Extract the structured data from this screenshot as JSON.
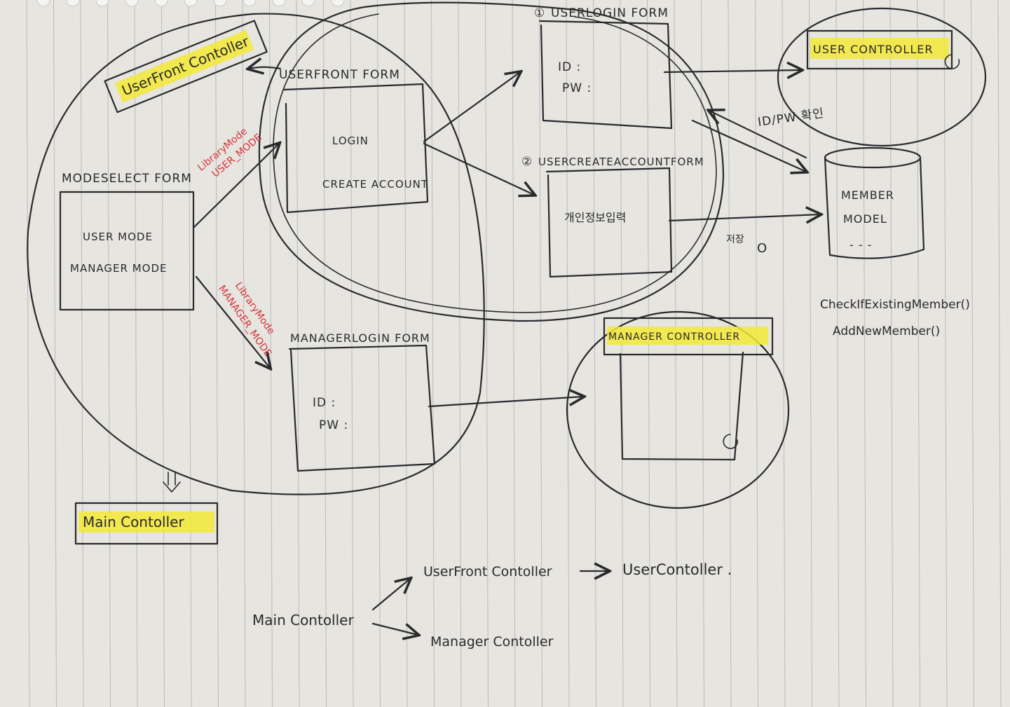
{
  "diagram": {
    "ink_color": "#2a2a2e",
    "highlight_color": "#f3e936",
    "annotation_color": "#d8333c",
    "controllers": {
      "user_front": "UserFront Contoller",
      "user": "USER CONTROLLER",
      "manager": "MANAGER CONTROLLER",
      "main": "Main Contoller"
    },
    "forms": {
      "mode_select": {
        "title": "MODESELECT FORM",
        "items": [
          "USER MODE",
          "MANAGER MODE"
        ]
      },
      "user_front": {
        "title": "USERFRONT FORM",
        "items": [
          "LOGIN",
          "CREATE ACCOUNT"
        ]
      },
      "user_login": {
        "number": "①",
        "title": "USERLOGIN FORM",
        "items": [
          "ID :",
          "PW :"
        ]
      },
      "user_create_account": {
        "number": "②",
        "title": "USERCREATEACCOUNTFORM",
        "items": [
          "개인정보입력"
        ]
      },
      "manager_login": {
        "title": "MANAGERLOGIN FORM",
        "items": [
          "ID :",
          "PW :"
        ]
      }
    },
    "member_model": {
      "lines": [
        "MEMBER",
        "MODEL",
        "- - -"
      ]
    },
    "annotations": {
      "library_mode_user": [
        "LibraryMode",
        "USER_MODE"
      ],
      "library_mode_manager": [
        "LibraryMode",
        "MANAGER_MODE"
      ],
      "id_pw_check": "ID/PW 확인",
      "save": "저장",
      "save_mark": "O",
      "methods": [
        "CheckIfExistingMember()",
        "AddNewMember()"
      ]
    },
    "hierarchy": {
      "root": "Main Contoller",
      "branch_top": "UserFront Contoller",
      "branch_top_child": "UserContoller .",
      "branch_bottom": "Manager Contoller"
    }
  }
}
